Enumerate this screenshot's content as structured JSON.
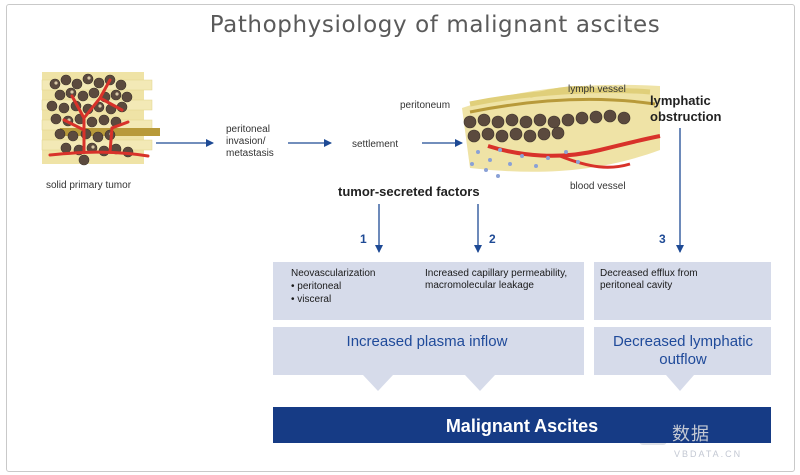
{
  "title": "Pathophysiology of malignant ascites",
  "labels": {
    "solid_primary_tumor": "solid primary tumor",
    "peritoneal_invasion": "peritoneal invasion/ metastasis",
    "settlement": "settlement",
    "peritoneum": "peritoneum",
    "lymph_vessel": "lymph vessel",
    "blood_vessel": "blood vessel",
    "lymphatic_obstruction": "lymphatic obstruction",
    "tumor_secreted_factors": "tumor-secreted factors"
  },
  "steps": [
    "1",
    "2",
    "3"
  ],
  "boxes": {
    "neovascularization": {
      "heading": "Neovascularization",
      "items": [
        "• peritoneal",
        "• visceral"
      ]
    },
    "capillary": "Increased capillary permeability, macromolecular leakage",
    "efflux": "Decreased efflux from peritoneal cavity",
    "plasma_inflow": "Increased plasma inflow",
    "lymphatic_outflow": "Decreased lymphatic outflow"
  },
  "result": "Malignant Ascites",
  "watermark": {
    "brand": "数据",
    "site": "VBDATA.CN"
  },
  "colors": {
    "arrow": "#1e4a95",
    "box_fill": "#d6dbea",
    "box_title": "#1f4a9a",
    "banner": "#163b85",
    "blood_vessel": "#d8322a",
    "tissue": "#efe3a6",
    "tumor_cell": "#5b4a3e"
  }
}
